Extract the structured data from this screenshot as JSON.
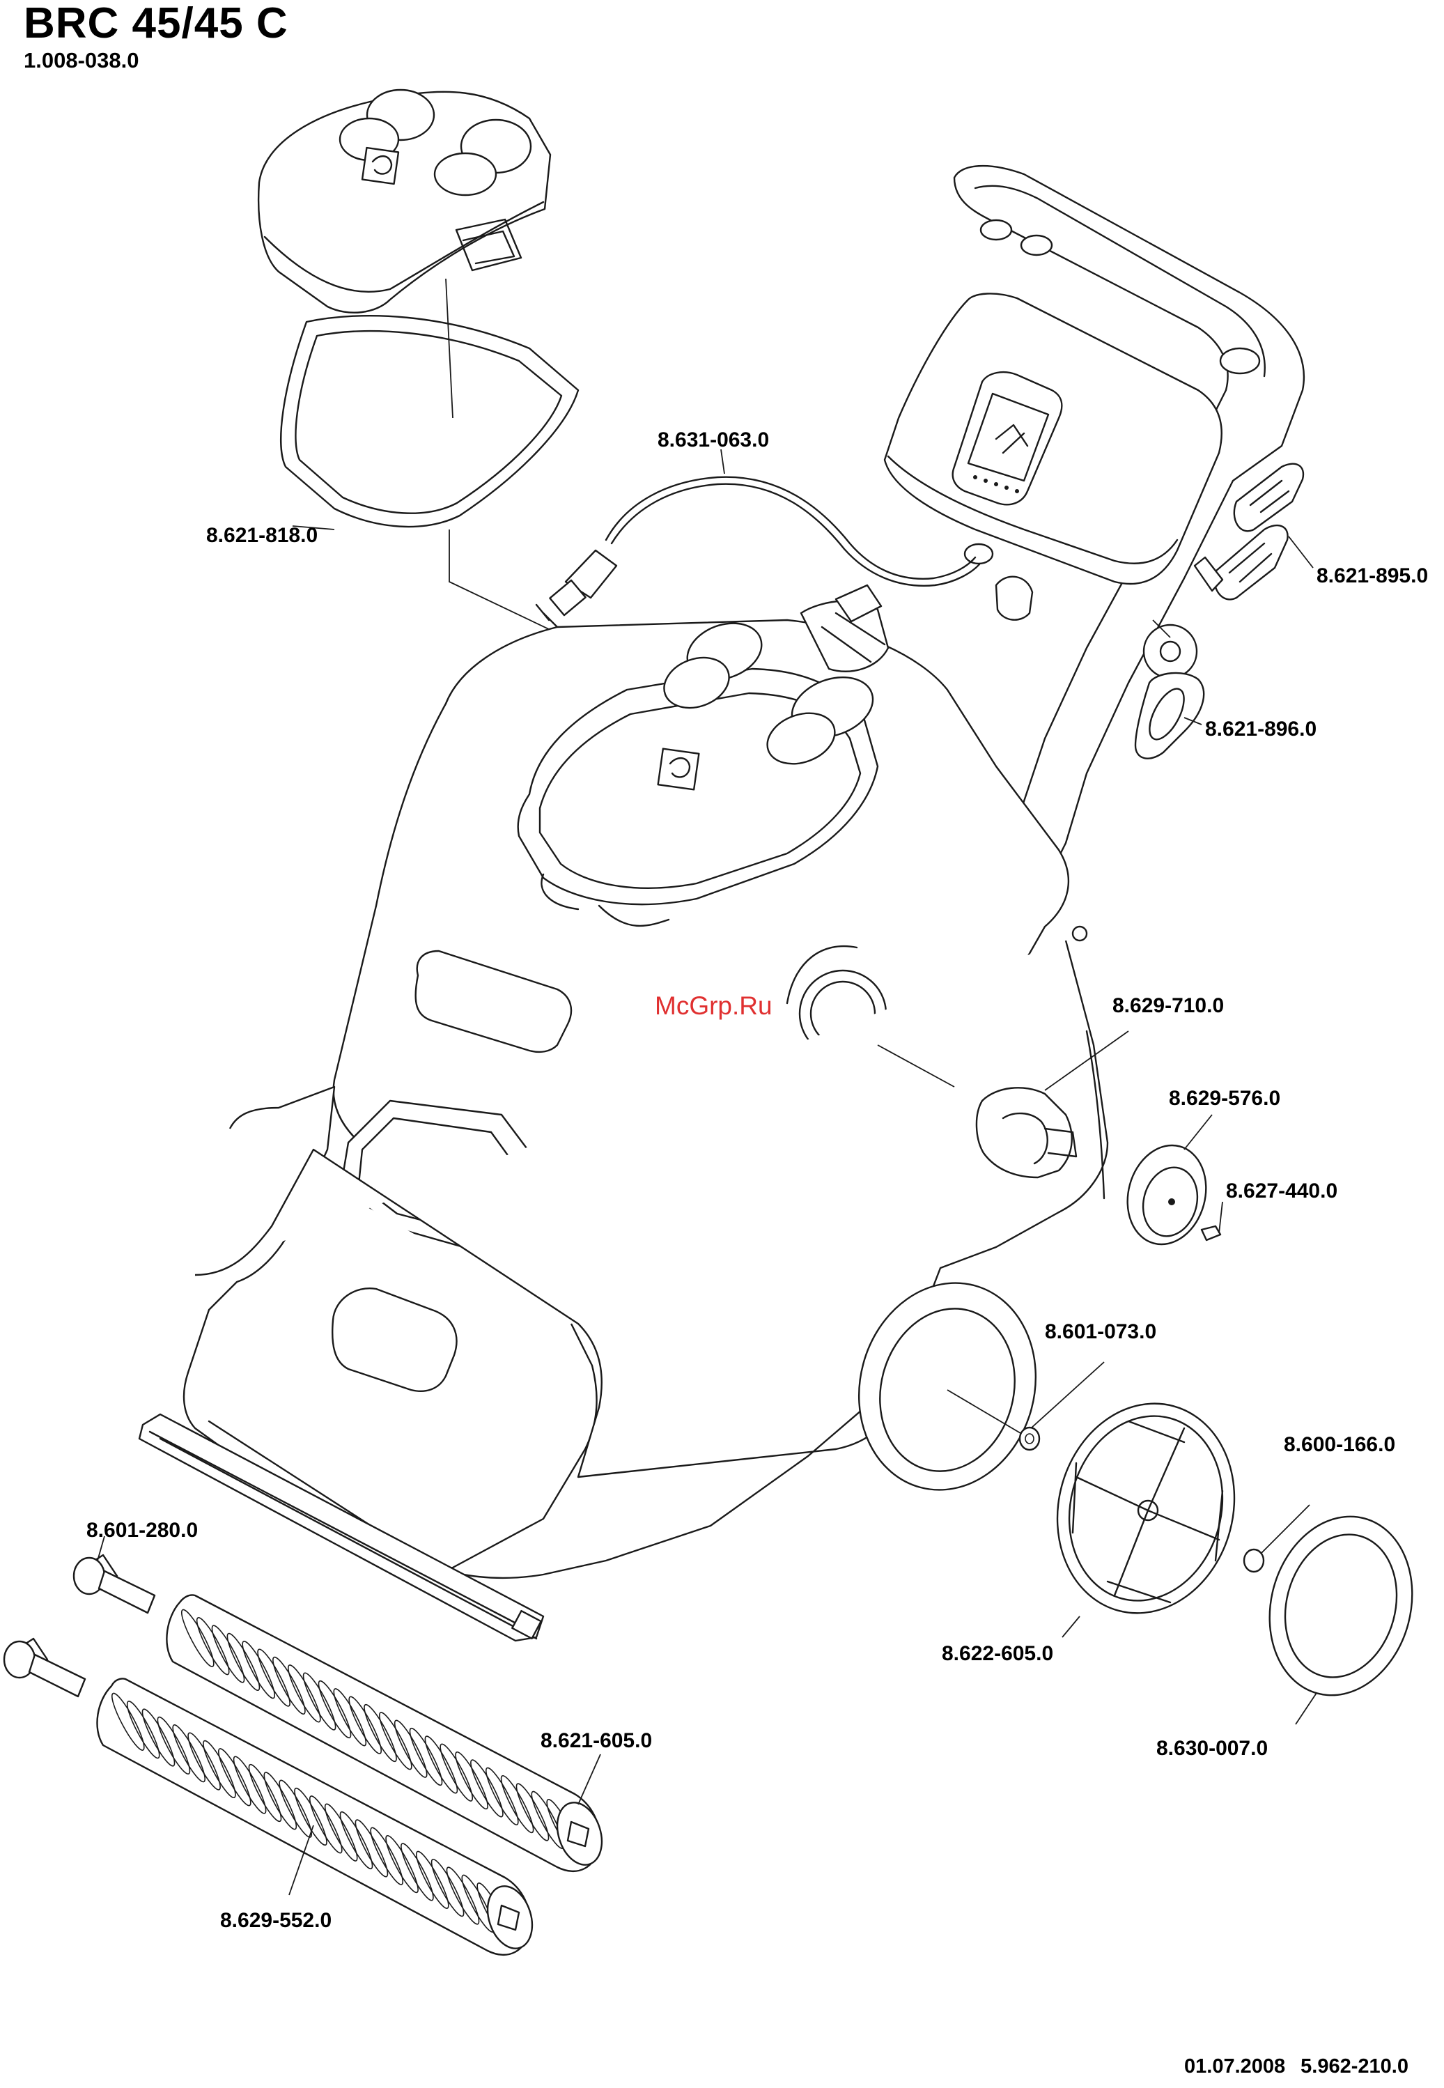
{
  "header": {
    "title": "BRC 45/45 C",
    "subtitle": "1.008-038.0"
  },
  "footer": {
    "date": "01.07.2008",
    "doc_number": "5.962-210.0"
  },
  "watermark": "McGrp.Ru",
  "part_labels": [
    {
      "id": "lbl-8631063",
      "text": "8.631-063.0"
    },
    {
      "id": "lbl-8621818",
      "text": "8.621-818.0"
    },
    {
      "id": "lbl-8621895",
      "text": "8.621-895.0"
    },
    {
      "id": "lbl-8621896",
      "text": "8.621-896.0"
    },
    {
      "id": "lbl-8629710",
      "text": "8.629-710.0"
    },
    {
      "id": "lbl-8629576",
      "text": "8.629-576.0"
    },
    {
      "id": "lbl-8627440",
      "text": "8.627-440.0"
    },
    {
      "id": "lbl-8601073",
      "text": "8.601-073.0"
    },
    {
      "id": "lbl-8600166",
      "text": "8.600-166.0"
    },
    {
      "id": "lbl-8601280",
      "text": "8.601-280.0"
    },
    {
      "id": "lbl-8622605",
      "text": "8.622-605.0"
    },
    {
      "id": "lbl-8621605",
      "text": "8.621-605.0"
    },
    {
      "id": "lbl-8630007",
      "text": "8.630-007.0"
    },
    {
      "id": "lbl-8629552",
      "text": "8.629-552.0"
    }
  ]
}
